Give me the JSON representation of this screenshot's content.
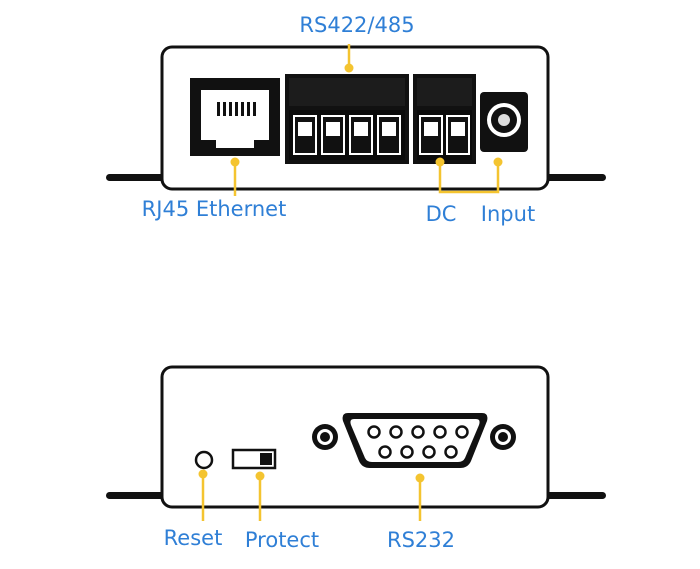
{
  "front_panel": {
    "rs422_label": "RS422/485",
    "rj45_label": "RJ45 Ethernet",
    "dc_label": "DC",
    "input_label": "Input"
  },
  "rear_panel": {
    "reset_label": "Reset",
    "protect_label": "Protect",
    "rs232_label": "RS232"
  },
  "colors": {
    "label_text": "#2f7fd6",
    "leader_line": "#f4c430",
    "outline": "#111111"
  }
}
